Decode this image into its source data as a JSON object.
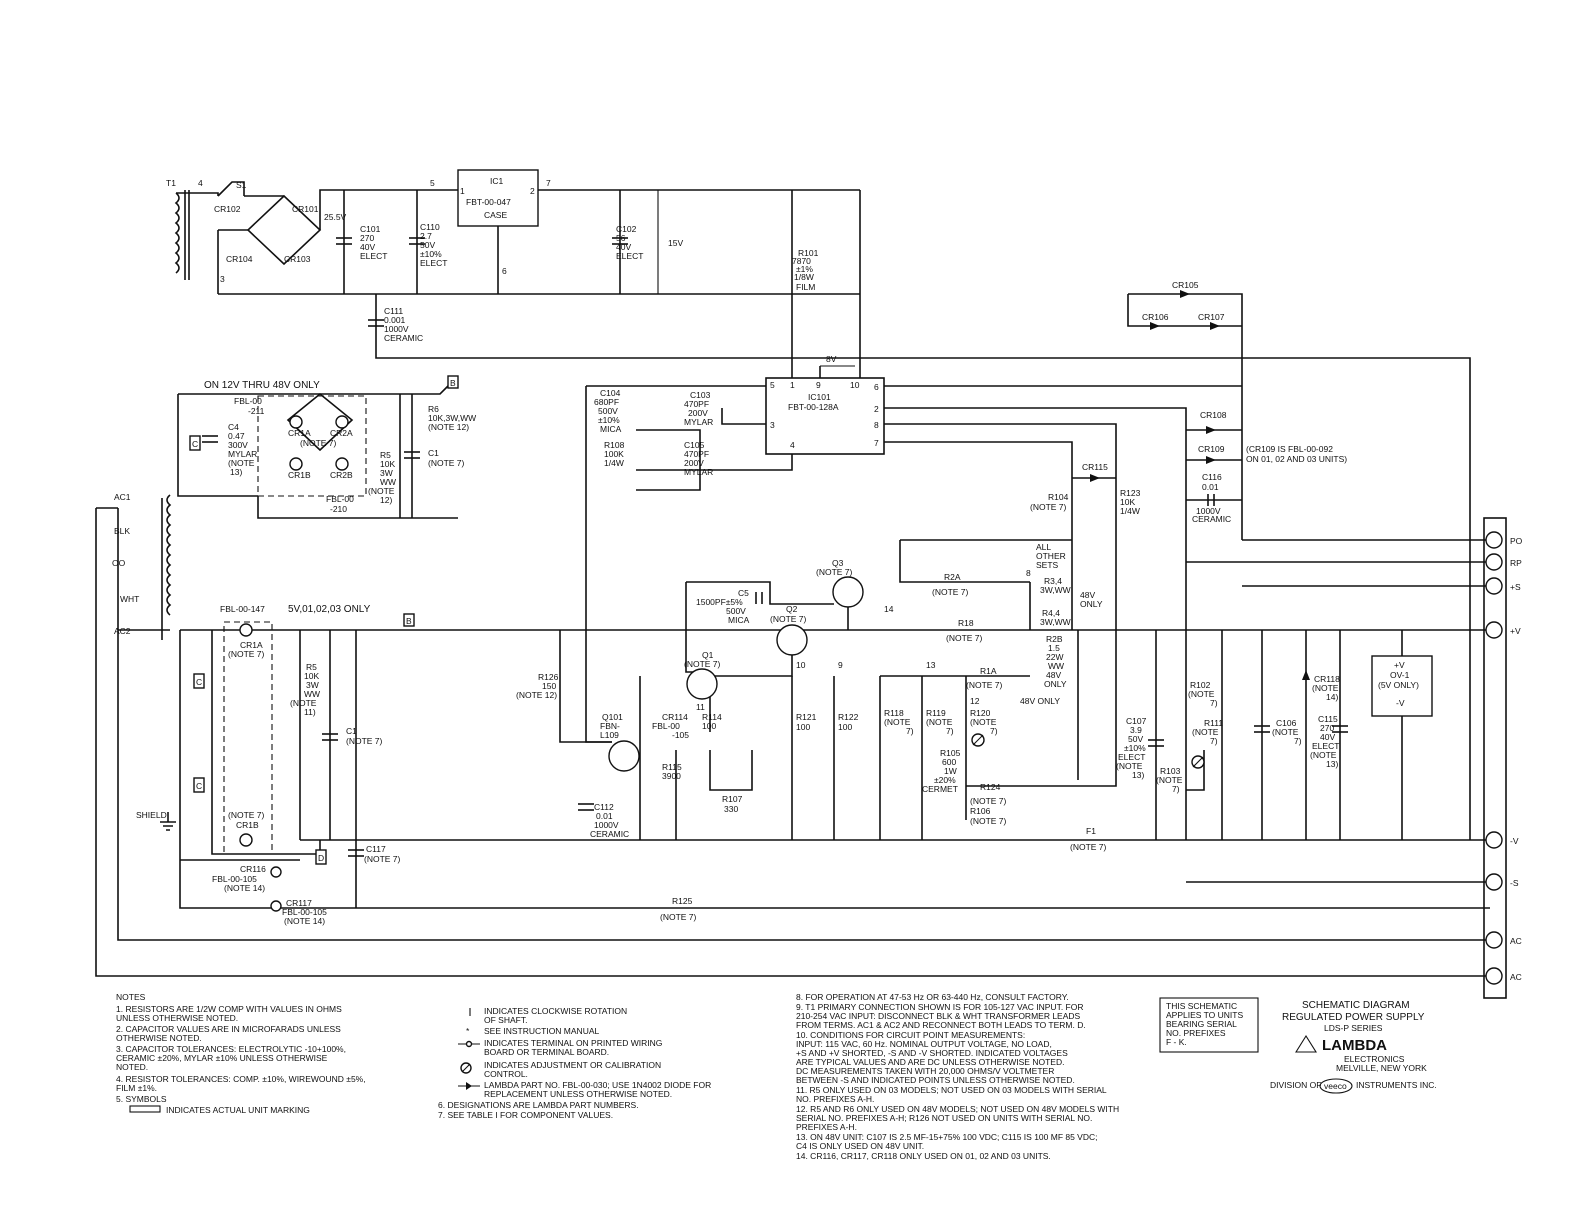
{
  "components": {
    "t1": "T1",
    "s1": "S1",
    "n4": "4",
    "n3": "3",
    "n5": "5",
    "n1": "1",
    "n2": "2",
    "n7": "7",
    "n6": "6",
    "cr101": "CR101",
    "cr102": "CR102",
    "cr103": "CR103",
    "cr104": "CR104",
    "v255": "25.5V",
    "c101": [
      "C101",
      "270",
      "40V",
      "ELECT"
    ],
    "c110": [
      "C110",
      "2.7",
      "50V",
      "±10%",
      "ELECT"
    ],
    "ic1": [
      "IC1",
      "FBT-00-047",
      "CASE"
    ],
    "c102": [
      "C102",
      "56",
      "40V",
      "ELECT"
    ],
    "v15": "15V",
    "c111": [
      "C111",
      "0.001",
      "1000V",
      "CERAMIC"
    ],
    "r101": [
      "R101",
      "7870",
      "±1%",
      "1/8W",
      "FILM"
    ],
    "cr105": "CR105",
    "cr106": "CR106",
    "cr107": "CR107",
    "v8": "8V",
    "ic101": [
      "IC101",
      "FBT-00-128A"
    ],
    "ic101_pins": [
      "5",
      "1",
      "9",
      "10",
      "6",
      "2",
      "3",
      "8",
      "7",
      "4"
    ],
    "on12": "ON 12V THRU 48V ONLY",
    "fbl211": [
      "FBL-00",
      "-211"
    ],
    "cr1a_top": [
      "CR1A",
      "CR2A",
      "(NOTE 7)",
      "CR1B",
      "CR2B"
    ],
    "fbl210": [
      "FBL-00",
      "-210"
    ],
    "c4": [
      "C4",
      "0.47",
      "300V",
      "MYLAR",
      "(NOTE",
      "13)"
    ],
    "r6": [
      "R6",
      "10K,3W,WW",
      "(NOTE 12)"
    ],
    "r5_top": [
      "R5",
      "10K",
      "3W",
      "WW",
      "(NOTE",
      "12)"
    ],
    "c1_top": [
      "C1",
      "(NOTE 7)"
    ],
    "box_c": "C",
    "flag_b": "B",
    "c104": [
      "C104",
      "680PF",
      "500V",
      "±10%",
      "MICA"
    ],
    "c103": [
      "C103",
      "470PF",
      "200V",
      "MYLAR"
    ],
    "r108": [
      "R108",
      "100K",
      "1/4W"
    ],
    "c105": [
      "C105",
      "470PF",
      "200V",
      "MYLAR"
    ],
    "cr108": "CR108",
    "cr109": "CR109",
    "cr109_note": [
      "(CR109 IS FBL-00-092",
      "ON 01, 02 AND 03 UNITS)"
    ],
    "c116": [
      "C116",
      "0.01",
      "1000V",
      "CERAMIC"
    ],
    "cr115": "CR115",
    "r104": [
      "R104",
      "(NOTE 7)"
    ],
    "r123": [
      "R123",
      "10K",
      "1/4W"
    ],
    "ac1": "AC1",
    "blk": "BLK",
    "oo": "OO",
    "wht": "WHT",
    "ac2": "AC2",
    "q3": [
      "Q3",
      "(NOTE 7)"
    ],
    "c5": [
      "C5",
      "1500PF±5%",
      "500V",
      "MICA"
    ],
    "q2": [
      "Q2",
      "(NOTE 7)"
    ],
    "all_other_sets": [
      "ALL",
      "OTHER",
      "SETS"
    ],
    "r34": [
      "R3,4",
      "3W,WW"
    ],
    "v48only": [
      "48V",
      "ONLY"
    ],
    "r44": [
      "R4,4",
      "3W,WW"
    ],
    "r28": [
      "R2B",
      "1.5",
      "22W",
      "WW",
      "48V",
      "ONLY"
    ],
    "r2a": [
      "R2A",
      "(NOTE 7)"
    ],
    "r18": [
      "R18",
      "(NOTE 7)"
    ],
    "n14": "14",
    "n8": "8",
    "fbl147": "FBL-00-147",
    "v5only": "5V,01,02,03 ONLY",
    "cr1a": [
      "CR1A",
      "(NOTE 7)"
    ],
    "r5": [
      "R5",
      "10K",
      "3W",
      "WW",
      "(NOTE",
      "11)"
    ],
    "c1": [
      "C1",
      "(NOTE 7)"
    ],
    "q1": [
      "Q1",
      "(NOTE 7)"
    ],
    "n11": "11",
    "n10": "10",
    "n9": "9",
    "n13": "13",
    "n12": "12",
    "r1a": [
      "R1A",
      "(NOTE 7)"
    ],
    "v48only2": "48V ONLY",
    "r126": [
      "R126",
      "150",
      "(NOTE 12)"
    ],
    "q101": [
      "Q101",
      "FBN-",
      "L109"
    ],
    "cr114": [
      "CR114",
      "FBL-00",
      "-105"
    ],
    "r114": [
      "R114",
      "100"
    ],
    "r121": [
      "R121",
      "100"
    ],
    "r122": [
      "R122",
      "100"
    ],
    "r118": [
      "R118",
      "(NOTE",
      "7)"
    ],
    "r119": [
      "R119",
      "(NOTE",
      "7)"
    ],
    "r120": [
      "R120",
      "(NOTE",
      "7)"
    ],
    "r115": [
      "R115",
      "3900"
    ],
    "r107": [
      "R107",
      "330"
    ],
    "r105": [
      "R105",
      "600",
      "1W",
      "±20%",
      "CERMET"
    ],
    "r124": [
      "R124",
      "(NOTE 7)"
    ],
    "r106": [
      "R106",
      "(NOTE 7)"
    ],
    "c112": [
      "C112",
      "0.01",
      "1000V",
      "CERAMIC"
    ],
    "c107": [
      "C107",
      "3.9",
      "50V",
      "±10%",
      "ELECT",
      "(NOTE",
      "13)"
    ],
    "r103": [
      "R103",
      "(NOTE",
      "7)"
    ],
    "r102": [
      "R102",
      "(NOTE",
      "7)"
    ],
    "r111": [
      "R111",
      "(NOTE",
      "7)"
    ],
    "c106": [
      "C106",
      "(NOTE",
      "7)"
    ],
    "cr118": [
      "CR118",
      "(NOTE",
      "14)"
    ],
    "c115": [
      "C115",
      "270",
      "40V",
      "ELECT",
      "(NOTE",
      "13)"
    ],
    "ovbox": [
      "+V",
      "OV-1",
      "(5V ONLY)",
      "-V"
    ],
    "shield": "SHIELD",
    "cr1b": [
      "(NOTE 7)",
      "CR1B"
    ],
    "box_d": "D",
    "c117": [
      "C117",
      "(NOTE 7)"
    ],
    "cr116": [
      "CR116",
      "FBL-00-105",
      "(NOTE 14)"
    ],
    "cr117": [
      "CR117",
      "FBL-00-105",
      "(NOTE 14)"
    ],
    "r125": [
      "R125",
      "(NOTE 7)"
    ],
    "f1": [
      "F1",
      "(NOTE 7)"
    ],
    "terminals": [
      "PO",
      "RP",
      "+S",
      "+V",
      "-V",
      "-S",
      "AC",
      "AC"
    ]
  },
  "notes": {
    "left": [
      "NOTES",
      "1. RESISTORS ARE 1/2W COMP WITH VALUES IN OHMS",
      "    UNLESS OTHERWISE NOTED.",
      "2. CAPACITOR VALUES ARE IN MICROFARADS UNLESS",
      "    OTHERWISE NOTED.",
      "3. CAPACITOR TOLERANCES: ELECTROLYTIC -10+100%,",
      "    CERAMIC ±20%, MYLAR ±10% UNLESS OTHERWISE",
      "    NOTED.",
      "4. RESISTOR TOLERANCES: COMP. ±10%, WIREWOUND ±5%,",
      "    FILM ±1%.",
      "5. SYMBOLS",
      "INDICATES ACTUAL UNIT MARKING"
    ],
    "symbols": [
      "INDICATES CLOCKWISE ROTATION",
      "OF SHAFT.",
      "SEE INSTRUCTION MANUAL",
      "INDICATES TERMINAL ON PRINTED WIRING",
      "BOARD OR TERMINAL BOARD.",
      "INDICATES ADJUSTMENT OR CALIBRATION",
      "CONTROL.",
      "LAMBDA PART NO. FBL-00-030; USE 1N4002 DIODE FOR",
      "REPLACEMENT UNLESS OTHERWISE NOTED.",
      "6. DESIGNATIONS ARE LAMBDA PART NUMBERS.",
      "7. SEE TABLE I FOR COMPONENT VALUES."
    ],
    "right": [
      "8. FOR OPERATION AT 47-53 Hz OR 63-440 Hz, CONSULT FACTORY.",
      "9. T1 PRIMARY CONNECTION SHOWN IS FOR 105-127 VAC INPUT. FOR",
      "    210-254 VAC INPUT: DISCONNECT BLK & WHT TRANSFORMER LEADS",
      "    FROM TERMS. AC1 & AC2 AND RECONNECT BOTH LEADS TO TERM. D.",
      "10. CONDITIONS FOR CIRCUIT POINT MEASUREMENTS:",
      "    INPUT: 115 VAC, 60 Hz. NOMINAL OUTPUT VOLTAGE, NO LOAD,",
      "    +S AND +V SHORTED, -S AND -V SHORTED. INDICATED VOLTAGES",
      "    ARE TYPICAL VALUES AND ARE DC UNLESS OTHERWISE NOTED.",
      "    DC MEASUREMENTS TAKEN WITH 20,000 OHMS/V VOLTMETER",
      "    BETWEEN -S AND INDICATED POINTS UNLESS OTHERWISE NOTED.",
      "11. R5 ONLY USED ON 03 MODELS; NOT USED ON 03 MODELS WITH SERIAL",
      "    NO. PREFIXES A-H.",
      "12. R5 AND R6 ONLY USED ON 48V MODELS; NOT USED ON 48V MODELS WITH",
      "    SERIAL NO. PREFIXES A-H; R126 NOT USED ON UNITS WITH SERIAL NO.",
      "    PREFIXES A-H.",
      "13. ON 48V UNIT: C107 IS 2.5 MF-15+75% 100 VDC; C115 IS 100 MF 85 VDC;",
      "    C4 IS ONLY USED ON 48V UNIT.",
      "14. CR116, CR117, CR118 ONLY USED ON 01, 02 AND 03 UNITS."
    ]
  },
  "title_block": {
    "applies": [
      "THIS SCHEMATIC",
      "APPLIES TO UNITS",
      "BEARING SERIAL",
      "NO. PREFIXES",
      "F - K."
    ],
    "title": [
      "SCHEMATIC DIAGRAM",
      "REGULATED POWER SUPPLY",
      "LDS-P SERIES"
    ],
    "brand": "LAMBDA",
    "location": [
      "ELECTRONICS",
      "MELVILLE, NEW YORK"
    ],
    "division_of": "DIVISION OF",
    "veeco": "veeco",
    "instruments": "INSTRUMENTS INC."
  }
}
